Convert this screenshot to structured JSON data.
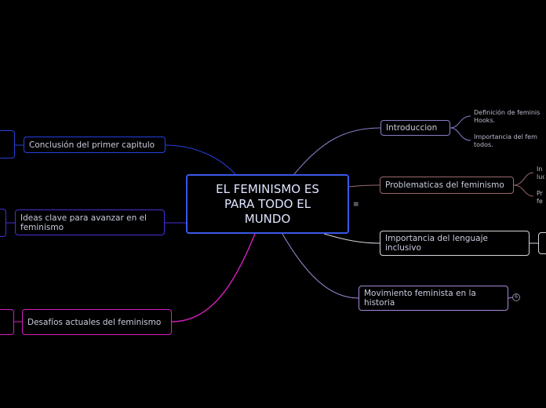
{
  "central": {
    "title": "EL FEMINISMO ES PARA TODO EL MUNDO"
  },
  "branches": {
    "conclusion": {
      "label": "Conclusión del primer capitulo",
      "color": "#2540e0"
    },
    "ideas": {
      "label": "Ideas clave para avanzar en el feminismo",
      "color": "#4630d8"
    },
    "desafios": {
      "label": "Desafíos actuales del feminismo",
      "color": "#d61fbf"
    },
    "introduccion": {
      "label": "Introduccion",
      "color": "#8a7ec8"
    },
    "problematicas": {
      "label": "Problematicas del feminismo",
      "color": "#9a6a70"
    },
    "lenguaje": {
      "label": "Importancia del lenguaje inclusivo",
      "color": "#d4d4dc"
    },
    "movimiento": {
      "label": "Movimiento feminista en la historia",
      "color": "#a68ad8"
    }
  },
  "leaves": {
    "intro_1": "Definición de feminis Hooks.",
    "intro_2": "Importancia del fem todos.",
    "prob_1": "In luc",
    "prob_2": "Pr fe"
  },
  "menu_glyph": "≡",
  "collapsed_count": "6"
}
